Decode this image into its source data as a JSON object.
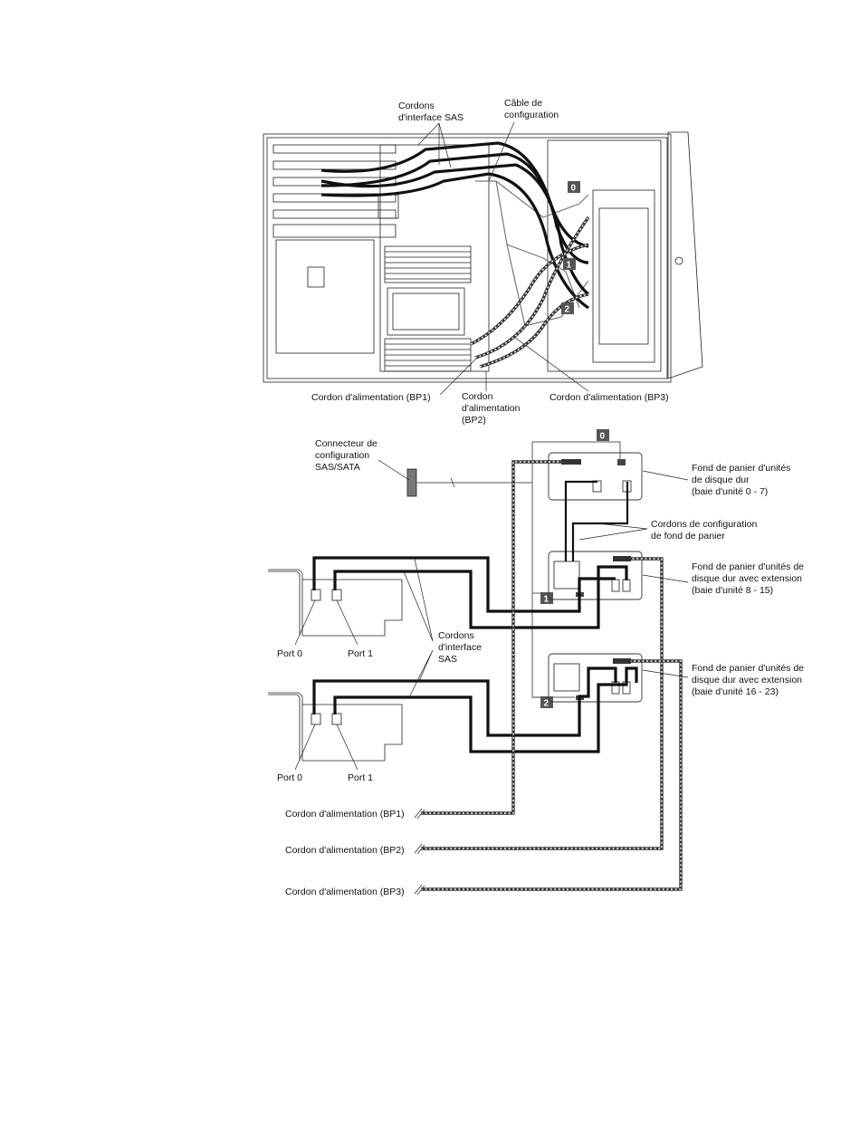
{
  "top_figure": {
    "labels": {
      "sas_cables": [
        "Cordons",
        "d'interface SAS"
      ],
      "config_cable": [
        "Câble de",
        "configuration"
      ],
      "power_bp1": "Cordon d'alimentation (BP1)",
      "power_bp2": [
        "Cordon",
        "d'alimentation",
        "(BP2)"
      ],
      "power_bp3": "Cordon d'alimentation (BP3)"
    },
    "badges": [
      "0",
      "1",
      "2"
    ]
  },
  "bottom_figure": {
    "labels": {
      "sas_sata_connector": [
        "Connecteur de",
        "configuration",
        "SAS/SATA"
      ],
      "backplane_0_7": [
        "Fond de panier d'unités",
        "de disque dur",
        "(baie d'unité 0 - 7)"
      ],
      "backplane_config_cables": [
        "Cordons de configuration",
        "de fond de panier"
      ],
      "backplane_8_15": [
        "Fond de panier d'unités de",
        "disque dur avec extension",
        "(baie d'unité 8 - 15)"
      ],
      "backplane_16_23": [
        "Fond de panier d'unités de",
        "disque dur avec extension",
        "(baie d'unité 16 - 23)"
      ],
      "sas_cables": [
        "Cordons",
        "d'interface",
        "SAS"
      ],
      "port0_a": "Port 0",
      "port1_a": "Port 1",
      "port0_b": "Port 0",
      "port1_b": "Port 1",
      "power_bp1": "Cordon d'alimentation (BP1)",
      "power_bp2": "Cordon d'alimentation (BP2)",
      "power_bp3": "Cordon d'alimentation (BP3)"
    },
    "badges": [
      "0",
      "1",
      "2"
    ]
  },
  "colors": {
    "line": "#111111",
    "badge": "#555555",
    "chassis_gray": "#777777"
  }
}
